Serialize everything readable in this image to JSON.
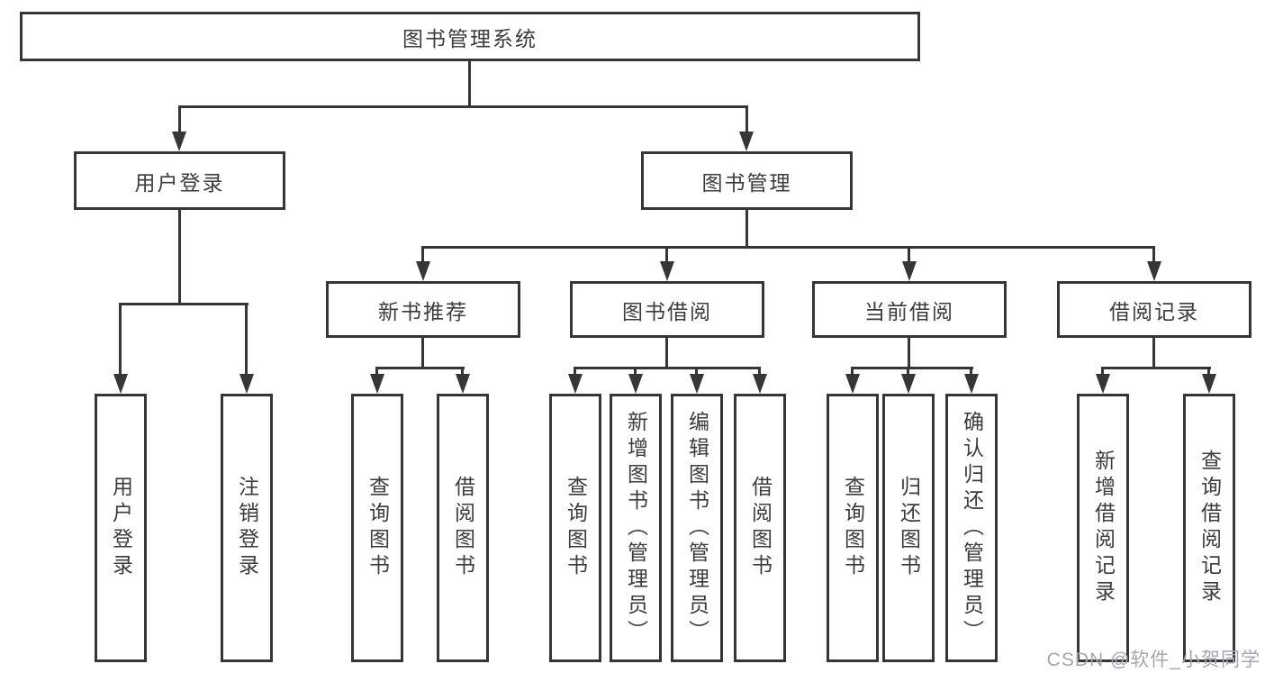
{
  "diagram": {
    "root_label": "图书管理系统",
    "branches": [
      {
        "label": "用户登录",
        "leaves": [
          "用户登录",
          "注销登录"
        ]
      },
      {
        "label": "图书管理",
        "groups": [
          {
            "label": "新书推荐",
            "leaves": [
              "查询图书",
              "借阅图书"
            ]
          },
          {
            "label": "图书借阅",
            "leaves": [
              "查询图书",
              "新增图书（管理员）",
              "编辑图书（管理员）",
              "借阅图书"
            ]
          },
          {
            "label": "当前借阅",
            "leaves": [
              "查询图书",
              "归还图书",
              "确认归还（管理员）"
            ]
          },
          {
            "label": "借阅记录",
            "leaves": [
              "新增借阅记录",
              "查询借阅记录"
            ]
          }
        ]
      }
    ]
  },
  "watermark": "CSDN @软件_小贺同学",
  "colors": {
    "line": "#363636",
    "text": "#3c3c3c",
    "watermark": "#a6a6ae",
    "background": "#ffffff"
  }
}
